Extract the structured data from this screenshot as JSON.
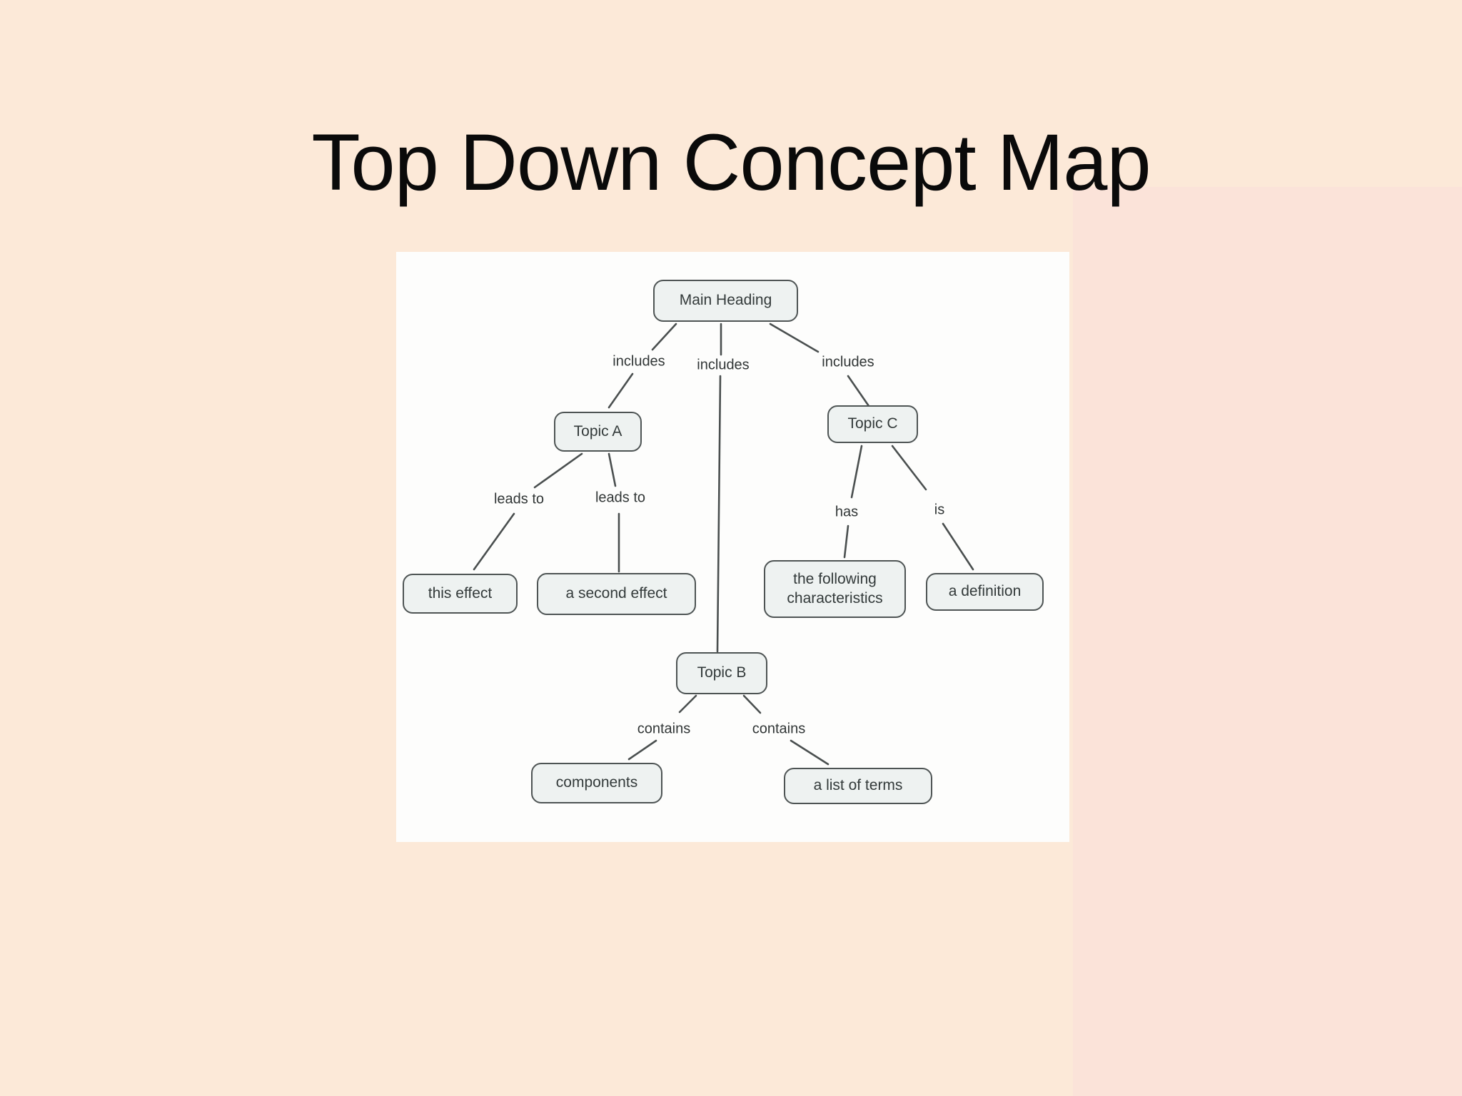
{
  "title": "Top Down Concept Map",
  "diagram": {
    "nodes": {
      "main_heading": {
        "label": "Main Heading"
      },
      "topic_a": {
        "label": "Topic A"
      },
      "topic_b": {
        "label": "Topic B"
      },
      "topic_c": {
        "label": "Topic C"
      },
      "this_effect": {
        "label": "this effect"
      },
      "second_effect": {
        "label": "a second effect"
      },
      "characteristics": {
        "label": "the following characteristics"
      },
      "definition": {
        "label": "a definition"
      },
      "components": {
        "label": "components"
      },
      "list_of_terms": {
        "label": "a list of terms"
      }
    },
    "edges": {
      "main_to_topic_a": {
        "label": "includes"
      },
      "main_to_topic_b": {
        "label": "includes"
      },
      "main_to_topic_c": {
        "label": "includes"
      },
      "topic_a_to_this_effect": {
        "label": "leads to"
      },
      "topic_a_to_second_effect": {
        "label": "leads to"
      },
      "topic_c_to_characteristics": {
        "label": "has"
      },
      "topic_c_to_definition": {
        "label": "is"
      },
      "topic_b_to_components": {
        "label": "contains"
      },
      "topic_b_to_list_of_terms": {
        "label": "contains"
      }
    },
    "colors": {
      "page_background": "#fce9d8",
      "page_background_right_band": "#fbe3d9",
      "diagram_background": "#fdfdfc",
      "node_fill": "#eef2f1",
      "node_border": "#4e5454",
      "edge_line": "#4a4f4f",
      "title_text": "#0a0a0a",
      "node_text": "#333a3a"
    }
  }
}
